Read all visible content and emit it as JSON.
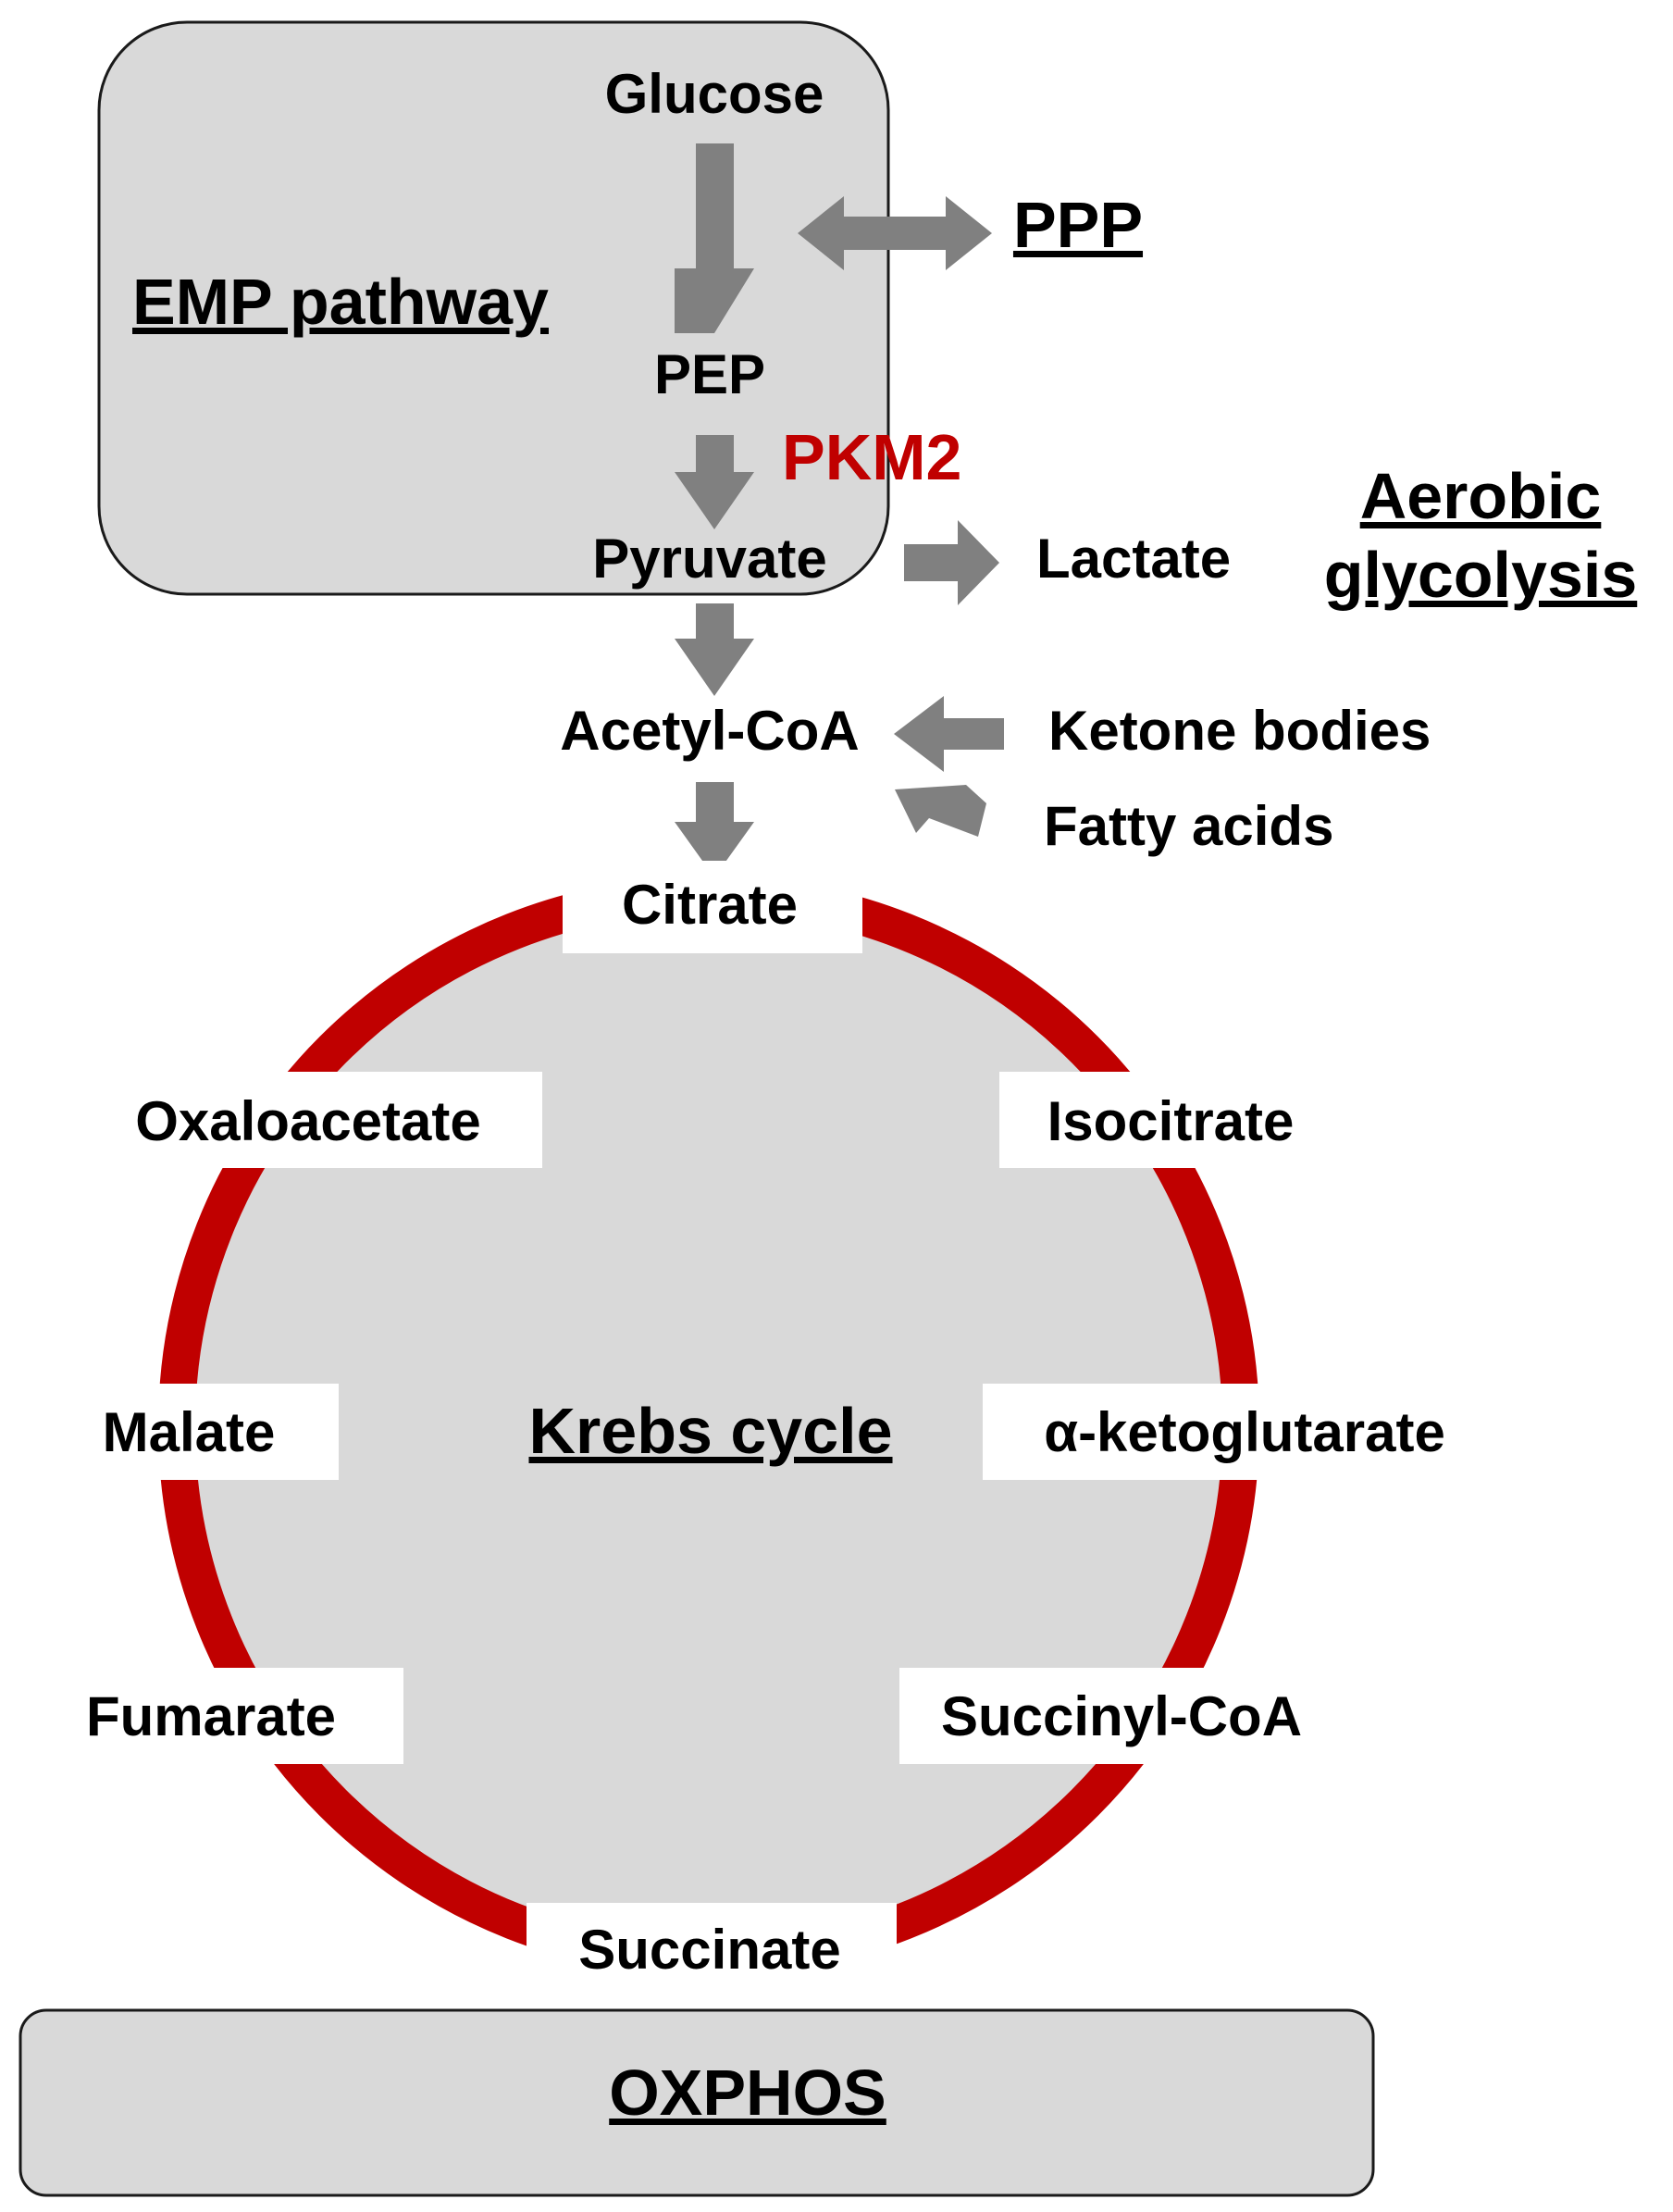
{
  "colors": {
    "box_fill": "#d9d9d9",
    "box_stroke": "#1a1a1a",
    "arrow": "#808080",
    "cycle_ring": "#c00000",
    "highlight_text": "#c00000"
  },
  "emp": {
    "title": "EMP pathway",
    "glucose": "Glucose",
    "pep": "PEP",
    "pyruvate": "Pyruvate",
    "enzyme": "PKM2"
  },
  "ppp": "PPP",
  "lactate": "Lactate",
  "aerobic": {
    "line1": "Aerobic",
    "line2": "glycolysis"
  },
  "acetyl_coa": "Acetyl-CoA",
  "ketone_bodies": "Ketone bodies",
  "fatty_acids": "Fatty acids",
  "krebs": {
    "title": "Krebs cycle",
    "citrate": "Citrate",
    "isocitrate": "Isocitrate",
    "akg": "α-ketoglutarate",
    "succinyl_coa": "Succinyl-CoA",
    "succinate": "Succinate",
    "fumarate": "Fumarate",
    "malate": "Malate",
    "oxaloacetate": "Oxaloacetate"
  },
  "oxphos": "OXPHOS"
}
